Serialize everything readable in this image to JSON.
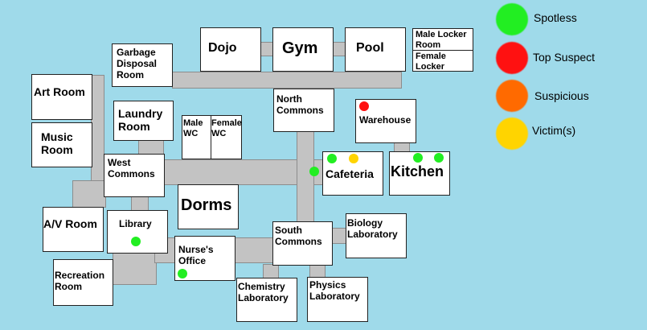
{
  "colors": {
    "spotless": "#22ee22",
    "top_suspect": "#ff1111",
    "suspicious": "#ff6a00",
    "victim": "#ffd400"
  },
  "legend": {
    "spotless": "Spotless",
    "top_suspect": "Top Suspect",
    "suspicious": "Suspicious",
    "victim": "Victim(s)"
  },
  "rooms": {
    "dojo": "Dojo",
    "gym": "Gym",
    "pool": "Pool",
    "male_locker": "Male Locker\nRoom",
    "female_locker": "Female\nLocker",
    "garbage": "Garbage\nDisposal\nRoom",
    "art_room": "Art Room",
    "music_room": "Music\nRoom",
    "laundry": "Laundry\nRoom",
    "male_wc": "Male\nWC",
    "female_wc": "Female\nWC",
    "north_commons": "North\nCommons",
    "warehouse": "Warehouse",
    "west_commons": "West\nCommons",
    "cafeteria": "Cafeteria",
    "kitchen": "Kitchen",
    "dorms": "Dorms",
    "av_room": "A/V Room",
    "library": "Library",
    "south_commons": "South\nCommons",
    "biology": "Biology\nLaboratory",
    "nurse": "Nurse's\nOffice",
    "recreation": "Recreation\nRoom",
    "chemistry": "Chemistry\nLaboratory",
    "physics": "Physics\nLaboratory"
  }
}
